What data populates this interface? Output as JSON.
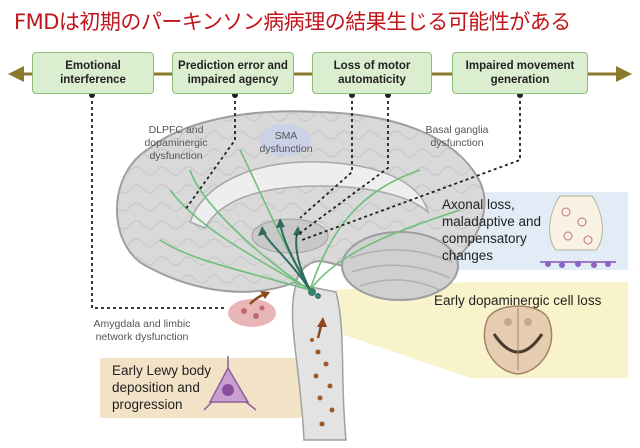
{
  "title": "FMDは初期のパーキンソン病病理の結果生じる可能性がある",
  "boxes": [
    {
      "label": "Emotional\ninterference"
    },
    {
      "label": "Prediction error and\nimpaired agency"
    },
    {
      "label": "Loss of motor\nautomaticity"
    },
    {
      "label": "Impaired movement\ngeneration"
    }
  ],
  "labels": {
    "dlpfc": "DLPFC and\ndopaminergic\ndysfunction",
    "sma": "SMA\ndysfunction",
    "basal_ganglia": "Basal ganglia\ndysfunction",
    "amygdala": "Amygdala and limbic\nnetwork dysfunction",
    "axonal": "Axonal loss,\nmaladaptive and\ncompensatory\nchanges",
    "dopaminergic": "Early dopaminergic cell loss",
    "lewy": "Early Lewy body\ndeposition and\nprogression"
  },
  "colors": {
    "title": "#c0161b",
    "box_fill": "#dbeecf",
    "box_border": "#8fbf7a",
    "arrow": "#8b7a2b",
    "pathway_green": "#6fbf7a",
    "brain_gray": "#d9d9d9"
  }
}
